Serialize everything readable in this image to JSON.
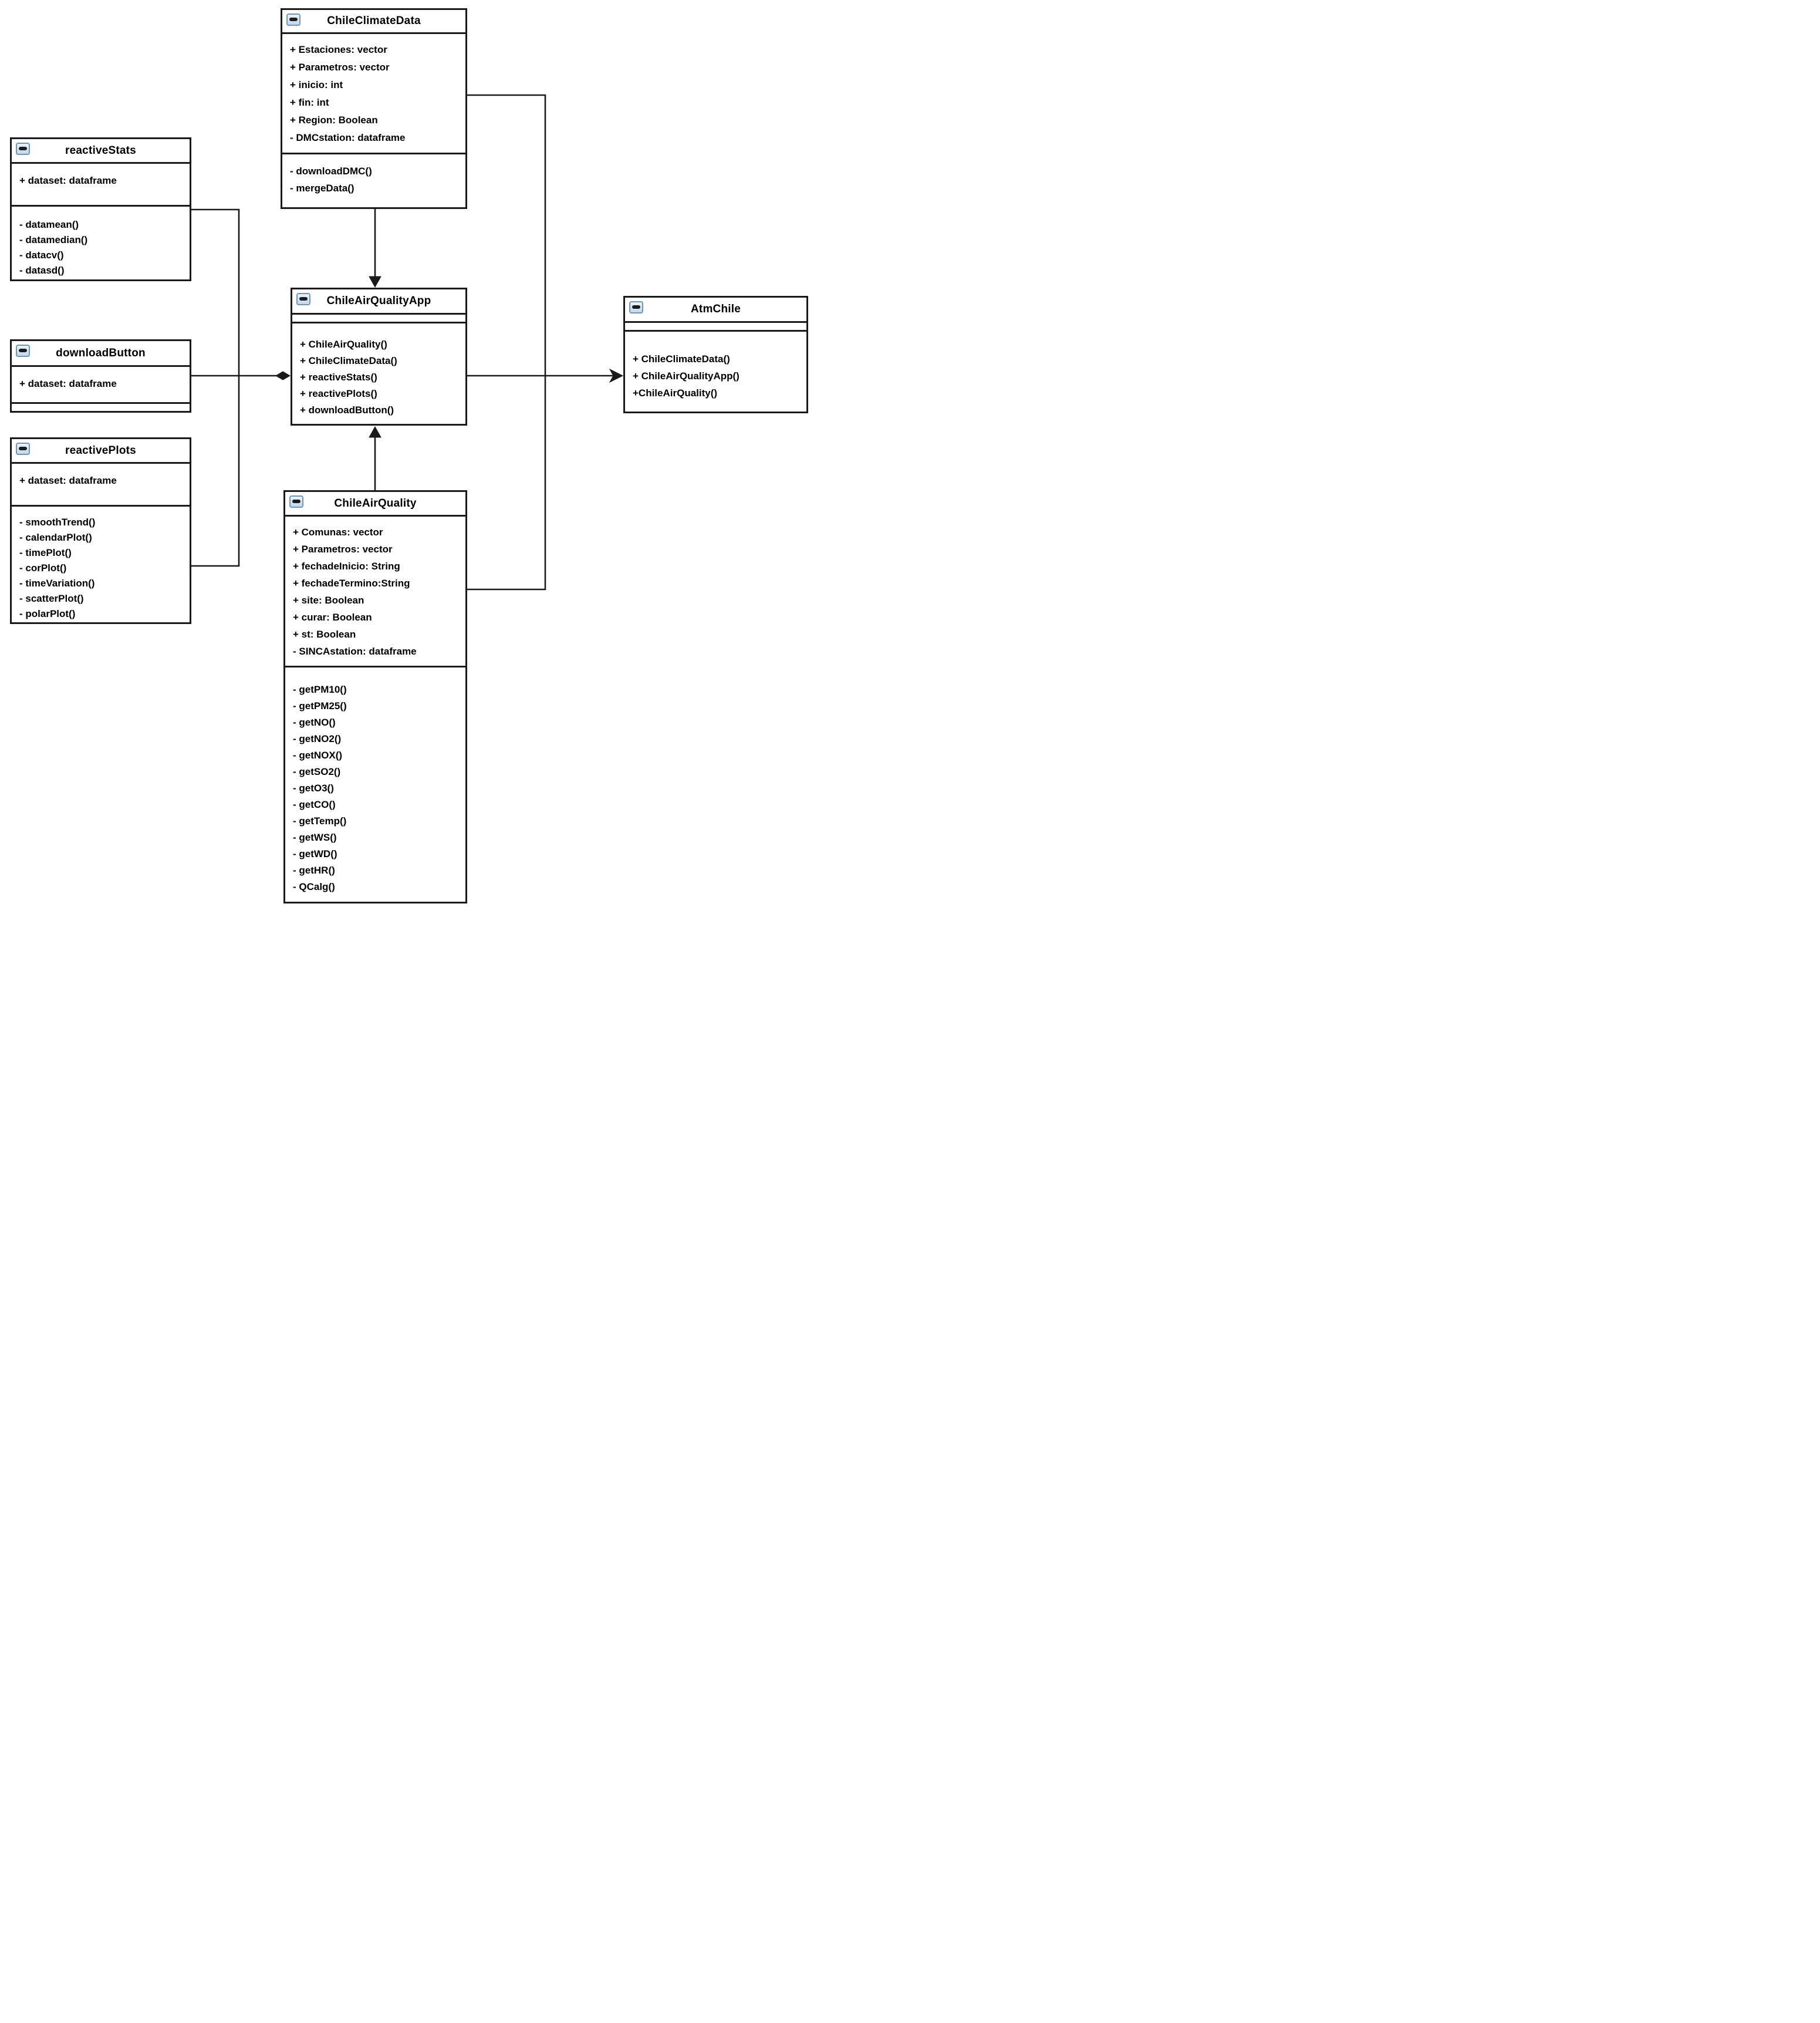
{
  "diagram": {
    "type": "uml-class-diagram",
    "background": "#ffffff",
    "line_color": "#1a1a1a",
    "text_color": "#000000",
    "class_icon": {
      "name": "class-icon",
      "fill": "#d9e7f4",
      "border": "#6e96b8",
      "bar": "#1c1c1c"
    },
    "classes": [
      {
        "name": "ChileClimateData",
        "attributes": [
          "+ Estaciones: vector",
          "+ Parametros: vector",
          "+ inicio: int",
          "+ fin: int",
          "+ Region: Boolean",
          "- DMCstation: dataframe"
        ],
        "methods": [
          "- downloadDMC()",
          "- mergeData()"
        ]
      },
      {
        "name": "reactiveStats",
        "attributes": [
          "+ dataset: dataframe"
        ],
        "methods": [
          "- datamean()",
          "- datamedian()",
          "- datacv()",
          "- datasd()"
        ]
      },
      {
        "name": "downloadButton",
        "attributes": [
          "+ dataset: dataframe"
        ],
        "methods": []
      },
      {
        "name": "reactivePlots",
        "attributes": [
          "+ dataset: dataframe"
        ],
        "methods": [
          "- smoothTrend()",
          "- calendarPlot()",
          "- timePlot()",
          "- corPlot()",
          "- timeVariation()",
          "- scatterPlot()",
          "- polarPlot()"
        ]
      },
      {
        "name": "ChileAirQualityApp",
        "attributes": [],
        "methods": [
          "+ ChileAirQuality()",
          "+ ChileClimateData()",
          "+ reactiveStats()",
          "+ reactivePlots()",
          "+ downloadButton()"
        ]
      },
      {
        "name": "AtmChile",
        "attributes": [],
        "methods": [
          "+ ChileClimateData()",
          "+ ChileAirQualityApp()",
          "+ChileAirQuality()"
        ]
      },
      {
        "name": "ChileAirQuality",
        "attributes": [
          "+ Comunas: vector",
          "+ Parametros: vector",
          "+ fechadeInicio: String",
          "+ fechadeTermino:String",
          "+ site: Boolean",
          "+ curar: Boolean",
          "+ st: Boolean",
          "- SINCAstation: dataframe"
        ],
        "methods": [
          "- getPM10()",
          "- getPM25()",
          "- getNO()",
          "- getNO2()",
          "- getNOX()",
          "- getSO2()",
          "- getO3()",
          "- getCO()",
          "- getTemp()",
          "- getWS()",
          "- getWD()",
          "- getHR()",
          "- QCalg()"
        ]
      }
    ],
    "relationships": [
      {
        "from": "ChileClimateData",
        "to": "ChileAirQualityApp",
        "style": "solid-arrow-down"
      },
      {
        "from": "ChileAirQuality",
        "to": "ChileAirQualityApp",
        "style": "solid-arrow-up"
      },
      {
        "from": "reactiveStats",
        "to": "ChileAirQualityApp",
        "style": "line-bus"
      },
      {
        "from": "reactivePlots",
        "to": "ChileAirQualityApp",
        "style": "line-bus"
      },
      {
        "from": "downloadButton",
        "to": "ChileAirQualityApp",
        "style": "diamond-arrow"
      },
      {
        "from": "ChileAirQualityApp",
        "to": "AtmChile",
        "style": "solid-arrow"
      },
      {
        "from": "ChileClimateData",
        "to": "AtmChile",
        "style": "line-bus"
      },
      {
        "from": "ChileAirQuality",
        "to": "AtmChile",
        "style": "line-bus"
      }
    ]
  }
}
